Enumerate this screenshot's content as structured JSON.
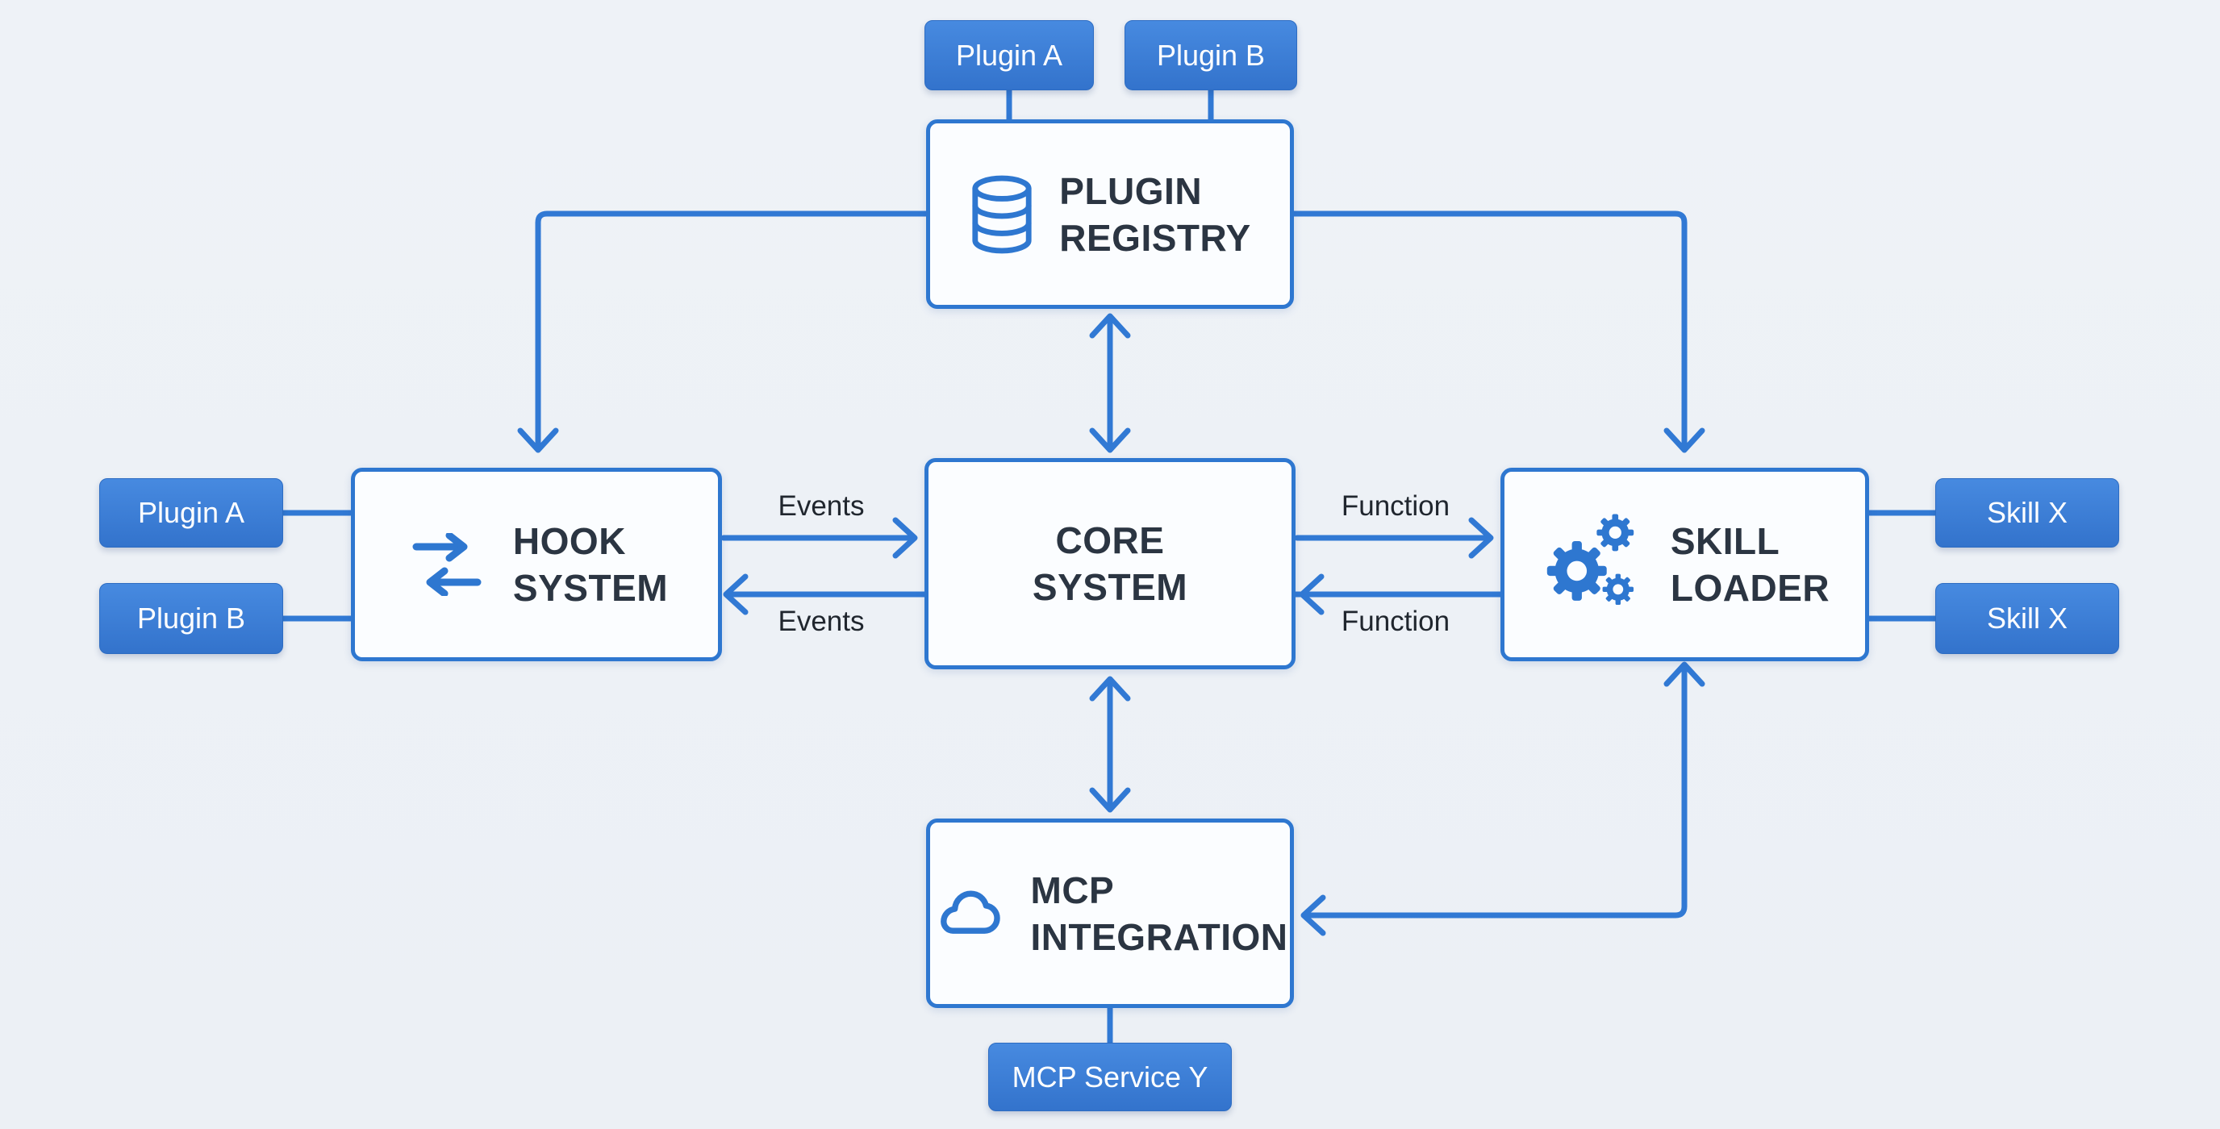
{
  "nodes": {
    "plugin_registry": {
      "line1": "PLUGIN",
      "line2": "REGISTRY",
      "icon": "database-icon"
    },
    "hook_system": {
      "line1": "HOOK",
      "line2": "SYSTEM",
      "icon": "hook-arrows-icon"
    },
    "core_system": {
      "line1": "CORE",
      "line2": "SYSTEM"
    },
    "skill_loader": {
      "line1": "SKILL",
      "line2": "LOADER",
      "icon": "gears-icon"
    },
    "mcp_integration": {
      "line1": "MCP",
      "line2": "INTEGRATION",
      "icon": "cloud-icon"
    }
  },
  "tags": {
    "top_plugin_a": "Plugin A",
    "top_plugin_b": "Plugin B",
    "left_plugin_a": "Plugin A",
    "left_plugin_b": "Plugin B",
    "skill_x_1": "Skill X",
    "skill_x_2": "Skill X",
    "mcp_service_y": "MCP Service Y"
  },
  "edge_labels": {
    "events_top": "Events",
    "events_bottom": "Events",
    "function_top": "Function",
    "function_bottom": "Function"
  },
  "colors": {
    "accent": "#2e77d0",
    "connector": "#3179d4",
    "node_fill": "#fbfdff",
    "tag_fill": "#3b80d8",
    "tag_text": "#ffffff",
    "background": "#edf1f6",
    "title_text": "#2b3542",
    "label_text": "#20262e"
  }
}
